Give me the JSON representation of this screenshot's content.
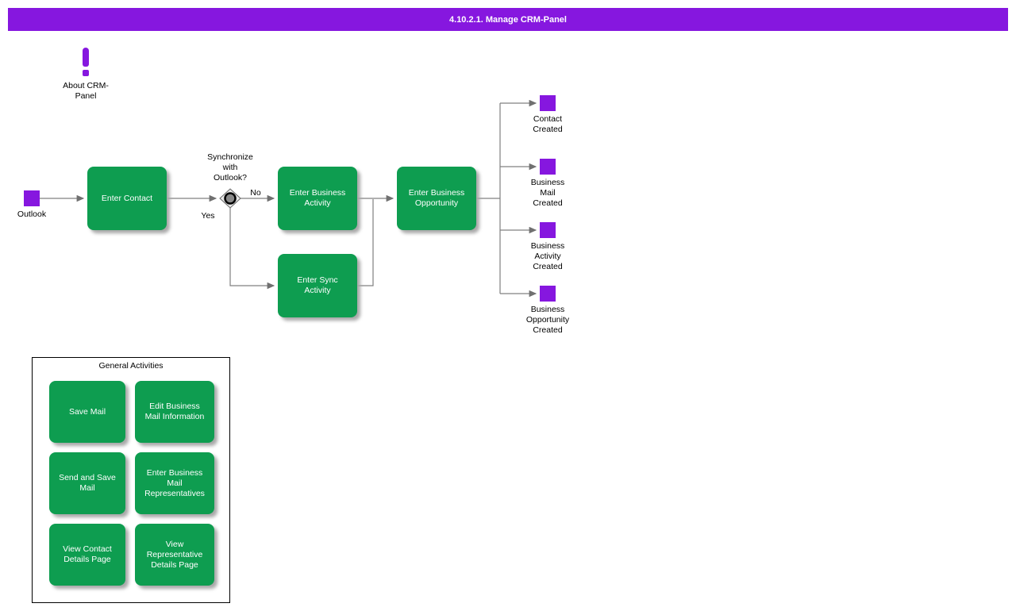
{
  "colors": {
    "purple": "#8617DF",
    "green": "#0E9D50",
    "line": "#707070",
    "text": "#000000"
  },
  "titlebar": {
    "label": "4.10.2.1. Manage CRM-Panel"
  },
  "about": {
    "label": "About CRM-\nPanel"
  },
  "start": {
    "label": "Outlook"
  },
  "decision": {
    "question": "Synchronize\nwith\nOutlook?",
    "no_label": "No",
    "yes_label": "Yes"
  },
  "processes": {
    "enter_contact": "Enter Contact",
    "enter_business_activity": "Enter Business\nActivity",
    "enter_sync_activity": "Enter Sync\nActivity",
    "enter_business_opportunity": "Enter Business\nOpportunity"
  },
  "events": [
    {
      "label": "Contact\nCreated"
    },
    {
      "label": "Business\nMail\nCreated"
    },
    {
      "label": "Business\nActivity\nCreated"
    },
    {
      "label": "Business\nOpportunity\nCreated"
    }
  ],
  "general_activities": {
    "title": "General Activities",
    "items": [
      "Save Mail",
      "Edit Business\nMail Information",
      "Send and Save\nMail",
      "Enter Business\nMail\nRepresentatives",
      "View Contact\nDetails Page",
      "View\nRepresentative\nDetails Page"
    ]
  }
}
